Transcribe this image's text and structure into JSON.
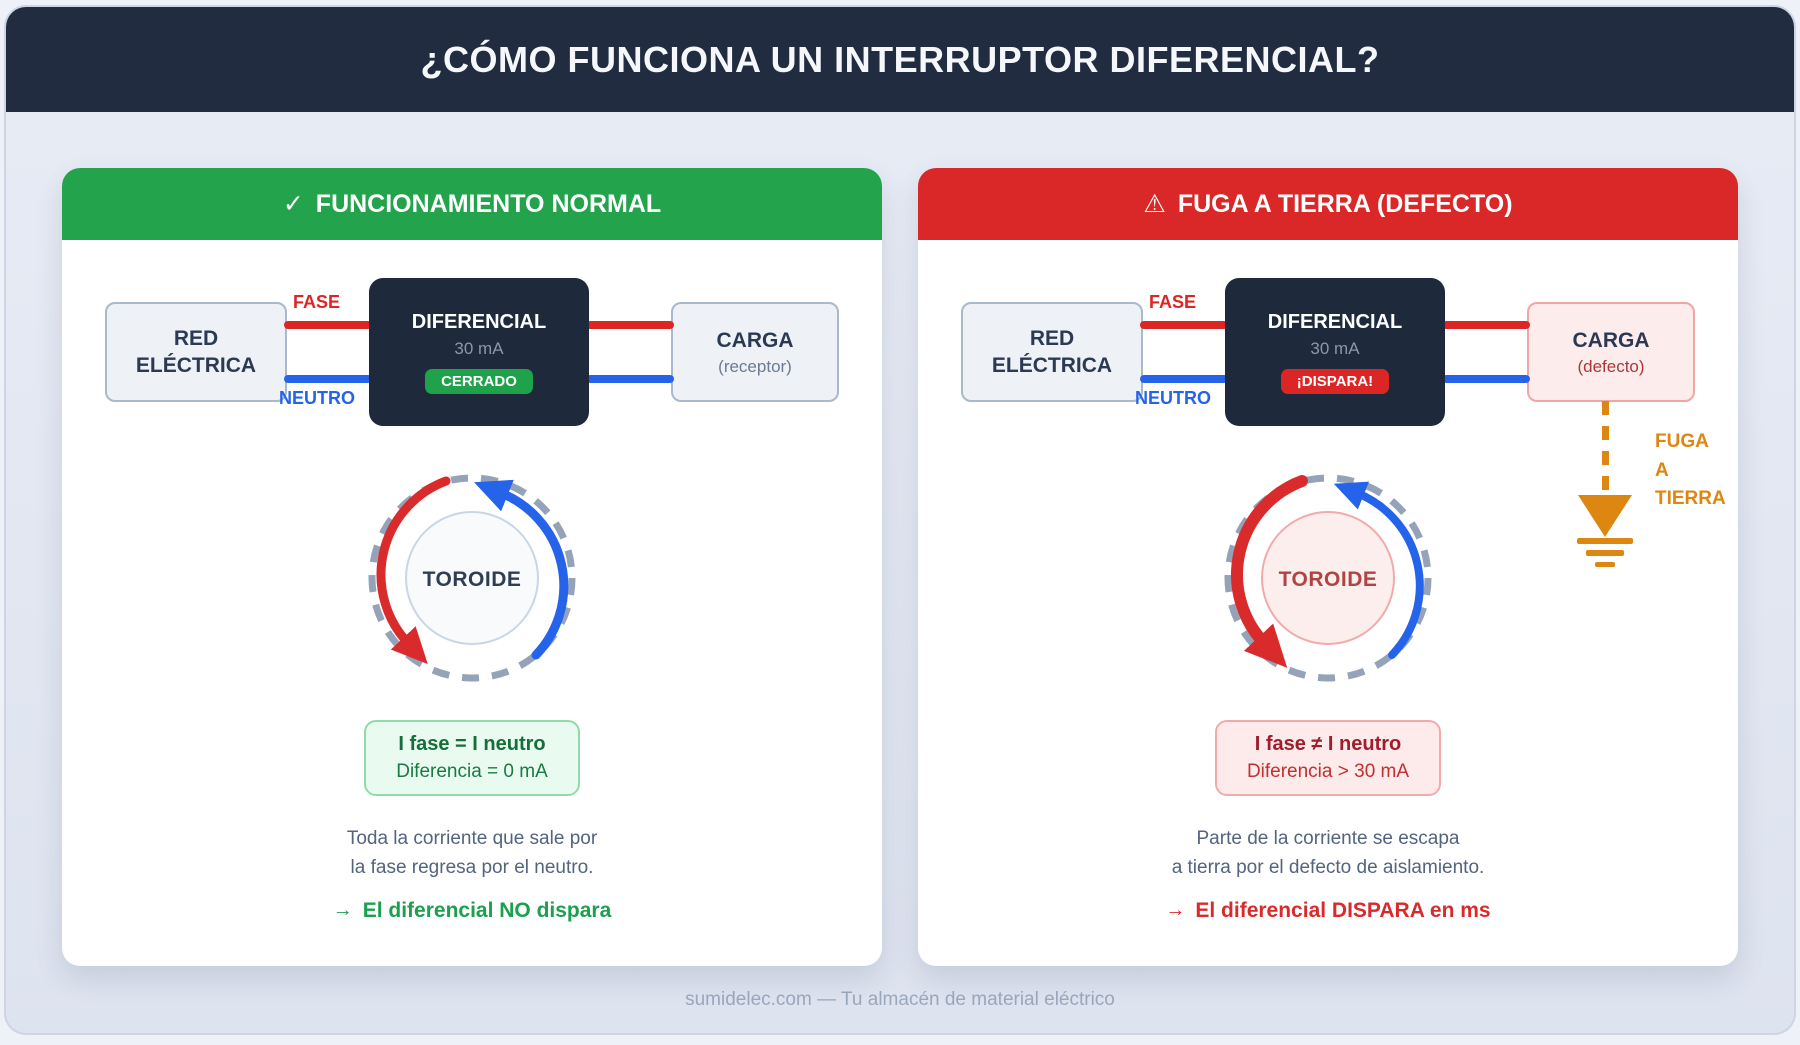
{
  "title": "¿CÓMO FUNCIONA UN INTERRUPTOR DIFERENCIAL?",
  "footer": "sumidelec.com — Tu almacén de material eléctrico",
  "colors": {
    "header_bg": "#212c40",
    "normal_header": "#22a34c",
    "fault_header": "#da2727",
    "fase_wire": "#dc2626",
    "neutro_wire": "#2563eb",
    "leak_orange": "#dd8712"
  },
  "panels": {
    "normal": {
      "header_icon": "✓",
      "header": "FUNCIONAMIENTO NORMAL",
      "source_line1": "RED",
      "source_line2": "ELÉCTRICA",
      "fase_label": "FASE",
      "neutro_label": "NEUTRO",
      "breaker_title": "DIFERENCIAL",
      "breaker_rating": "30 mA",
      "breaker_status": "CERRADO",
      "load_title": "CARGA",
      "load_subtitle": "(receptor)",
      "toroid_label": "TOROIDE",
      "result_line1": "I fase = I neutro",
      "result_line2": "Diferencia = 0 mA",
      "explain_line1": "Toda la corriente que sale por",
      "explain_line2": "la fase regresa por el neutro.",
      "conclusion_arrow": "→",
      "conclusion": "El diferencial NO dispara"
    },
    "fault": {
      "header_icon": "⚠",
      "header": "FUGA A TIERRA (DEFECTO)",
      "source_line1": "RED",
      "source_line2": "ELÉCTRICA",
      "fase_label": "FASE",
      "neutro_label": "NEUTRO",
      "breaker_title": "DIFERENCIAL",
      "breaker_rating": "30 mA",
      "breaker_status": "¡DISPARA!",
      "load_title": "CARGA",
      "load_subtitle": "(defecto)",
      "leak_label_line1": "FUGA",
      "leak_label_line2": "A TIERRA",
      "toroid_label": "TOROIDE",
      "result_line1": "I fase ≠ I neutro",
      "result_line2": "Diferencia > 30 mA",
      "explain_line1": "Parte de la corriente se escapa",
      "explain_line2": "a tierra por el defecto de aislamiento.",
      "conclusion_arrow": "→",
      "conclusion": "El diferencial DISPARA en ms"
    }
  }
}
